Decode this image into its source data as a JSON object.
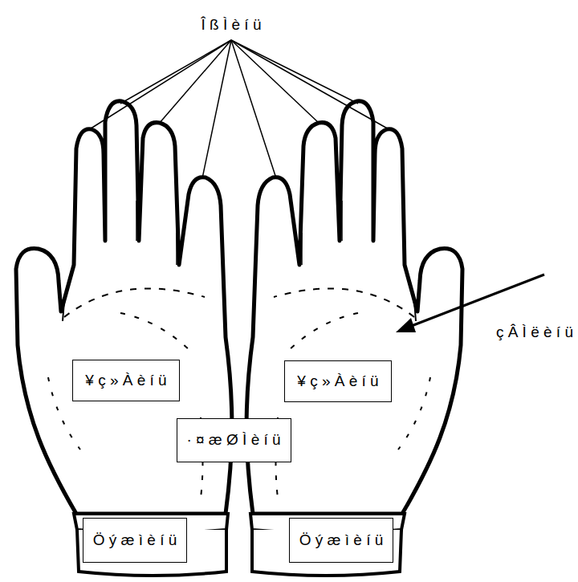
{
  "diagram": {
    "nodes": [
      {
        "text": [
          "¥ ç » À è í ü"
        ]
      },
      {
        "text": [
          "¥ ç » À è í ü"
        ]
      },
      {
        "text": [
          "· ¤ æ Ø Ì è í ü"
        ]
      },
      {
        "text": [
          "Ö ý æ ì è í ü"
        ]
      },
      {
        "text": [
          "Ö ý æ ì è í ü"
        ]
      }
    ],
    "edges": [],
    "labels": [
      "Î ß Ì è í ü",
      "ç Â Ì ë è í ü"
    ]
  }
}
